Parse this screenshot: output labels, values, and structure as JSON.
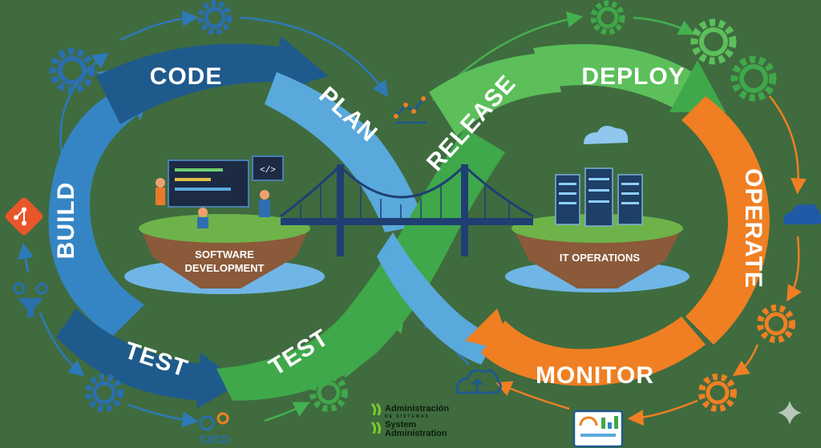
{
  "diagram": {
    "segments": {
      "code": "CODE",
      "plan": "PLAN",
      "build": "BUILD",
      "test_left": "TEST",
      "test_center": "TEST",
      "release": "RELEASE",
      "deploy": "DEPLOY",
      "operate": "OPERATE",
      "monitor": "MONITOR"
    },
    "islands": {
      "dev_line1": "SOFTWARE",
      "dev_line2": "DEVELOPMENT",
      "ops_line1": "IT OPERATIONS"
    },
    "tools": {
      "cicd": "CI/CD"
    },
    "logo": {
      "line1": "Administración",
      "line1_sub": "DE SISTEMAS",
      "line2": "System",
      "line3": "Administration"
    },
    "colors": {
      "background": "#3f6b3f",
      "dark_blue": "#1f5a8c",
      "mid_blue": "#3585c4",
      "light_blue": "#5aa9dc",
      "green": "#3fa84a",
      "light_green": "#5cbf5a",
      "orange": "#ef7f22"
    },
    "icons": [
      "gear-icon",
      "git-icon",
      "pipeline-icon",
      "analytics-icon",
      "cloud-icon",
      "cloud-upload-icon",
      "dashboard-icon",
      "server-rack-icon",
      "sparkle-icon"
    ]
  }
}
